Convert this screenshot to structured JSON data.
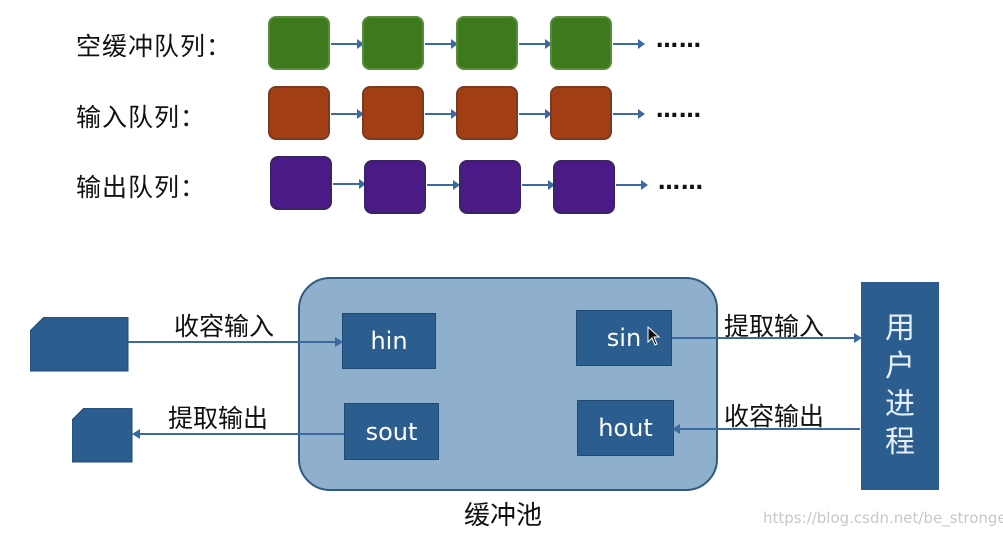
{
  "queues": [
    {
      "label": "空缓冲队列：",
      "ellipsis": "……"
    },
    {
      "label": "输入队列：",
      "ellipsis": "……"
    },
    {
      "label": "输出队列：",
      "ellipsis": "……"
    }
  ],
  "pool": {
    "label": "缓冲池",
    "buffers": {
      "hin": "hin",
      "sin": "sin",
      "sout": "sout",
      "hout": "hout"
    }
  },
  "edges": {
    "collect_input": "收容输入",
    "extract_input": "提取输入",
    "extract_output": "提取输出",
    "collect_output": "收容输出"
  },
  "user_process": "用户进程",
  "watermark": "https://blog.csdn.net/be_stronger",
  "colors": {
    "empty_queue": "#3d7a1d",
    "input_queue": "#a23e14",
    "output_queue": "#4a1a86",
    "buffer_blue": "#2b5d8e",
    "pool_fill": "#8fb0cc"
  }
}
